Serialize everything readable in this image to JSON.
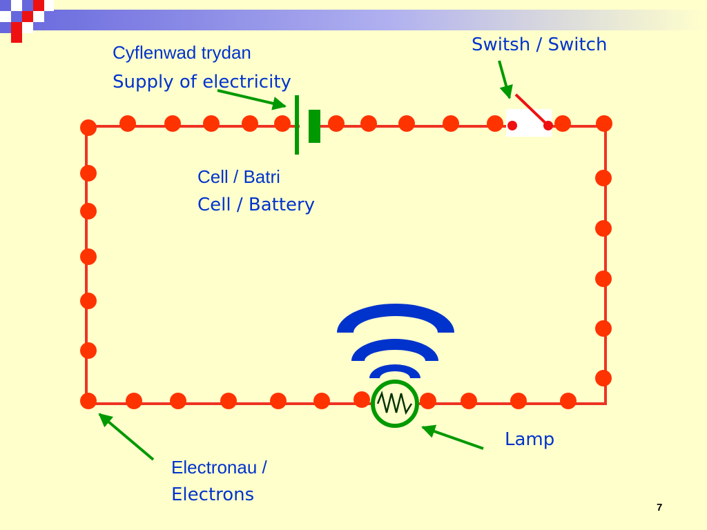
{
  "labels": {
    "supply_welsh": "Cyflenwad trydan",
    "supply_english": "Supply of electricity",
    "switch": "Switsh / Switch",
    "cell_welsh": "Cell / Batri",
    "cell_english": "Cell / Battery",
    "electrons_line1": "Electronau /",
    "electrons_line2": "Electrons",
    "lamp": "Lamp"
  },
  "page_number": "7",
  "colors": {
    "background": "#ffffcc",
    "wire": "#ee3322",
    "electron": "#ff3300",
    "battery": "#009900",
    "lamp": "#009900",
    "light_waves": "#0033cc",
    "label_text": "#0033cc",
    "arrows": "#009900",
    "switch_lever": "#ee1111"
  },
  "icons": {
    "corner_logo": "checkered-squares-logo",
    "lamp": "lamp-symbol",
    "light": "light-waves-icon",
    "battery": "battery-cell-symbol"
  }
}
